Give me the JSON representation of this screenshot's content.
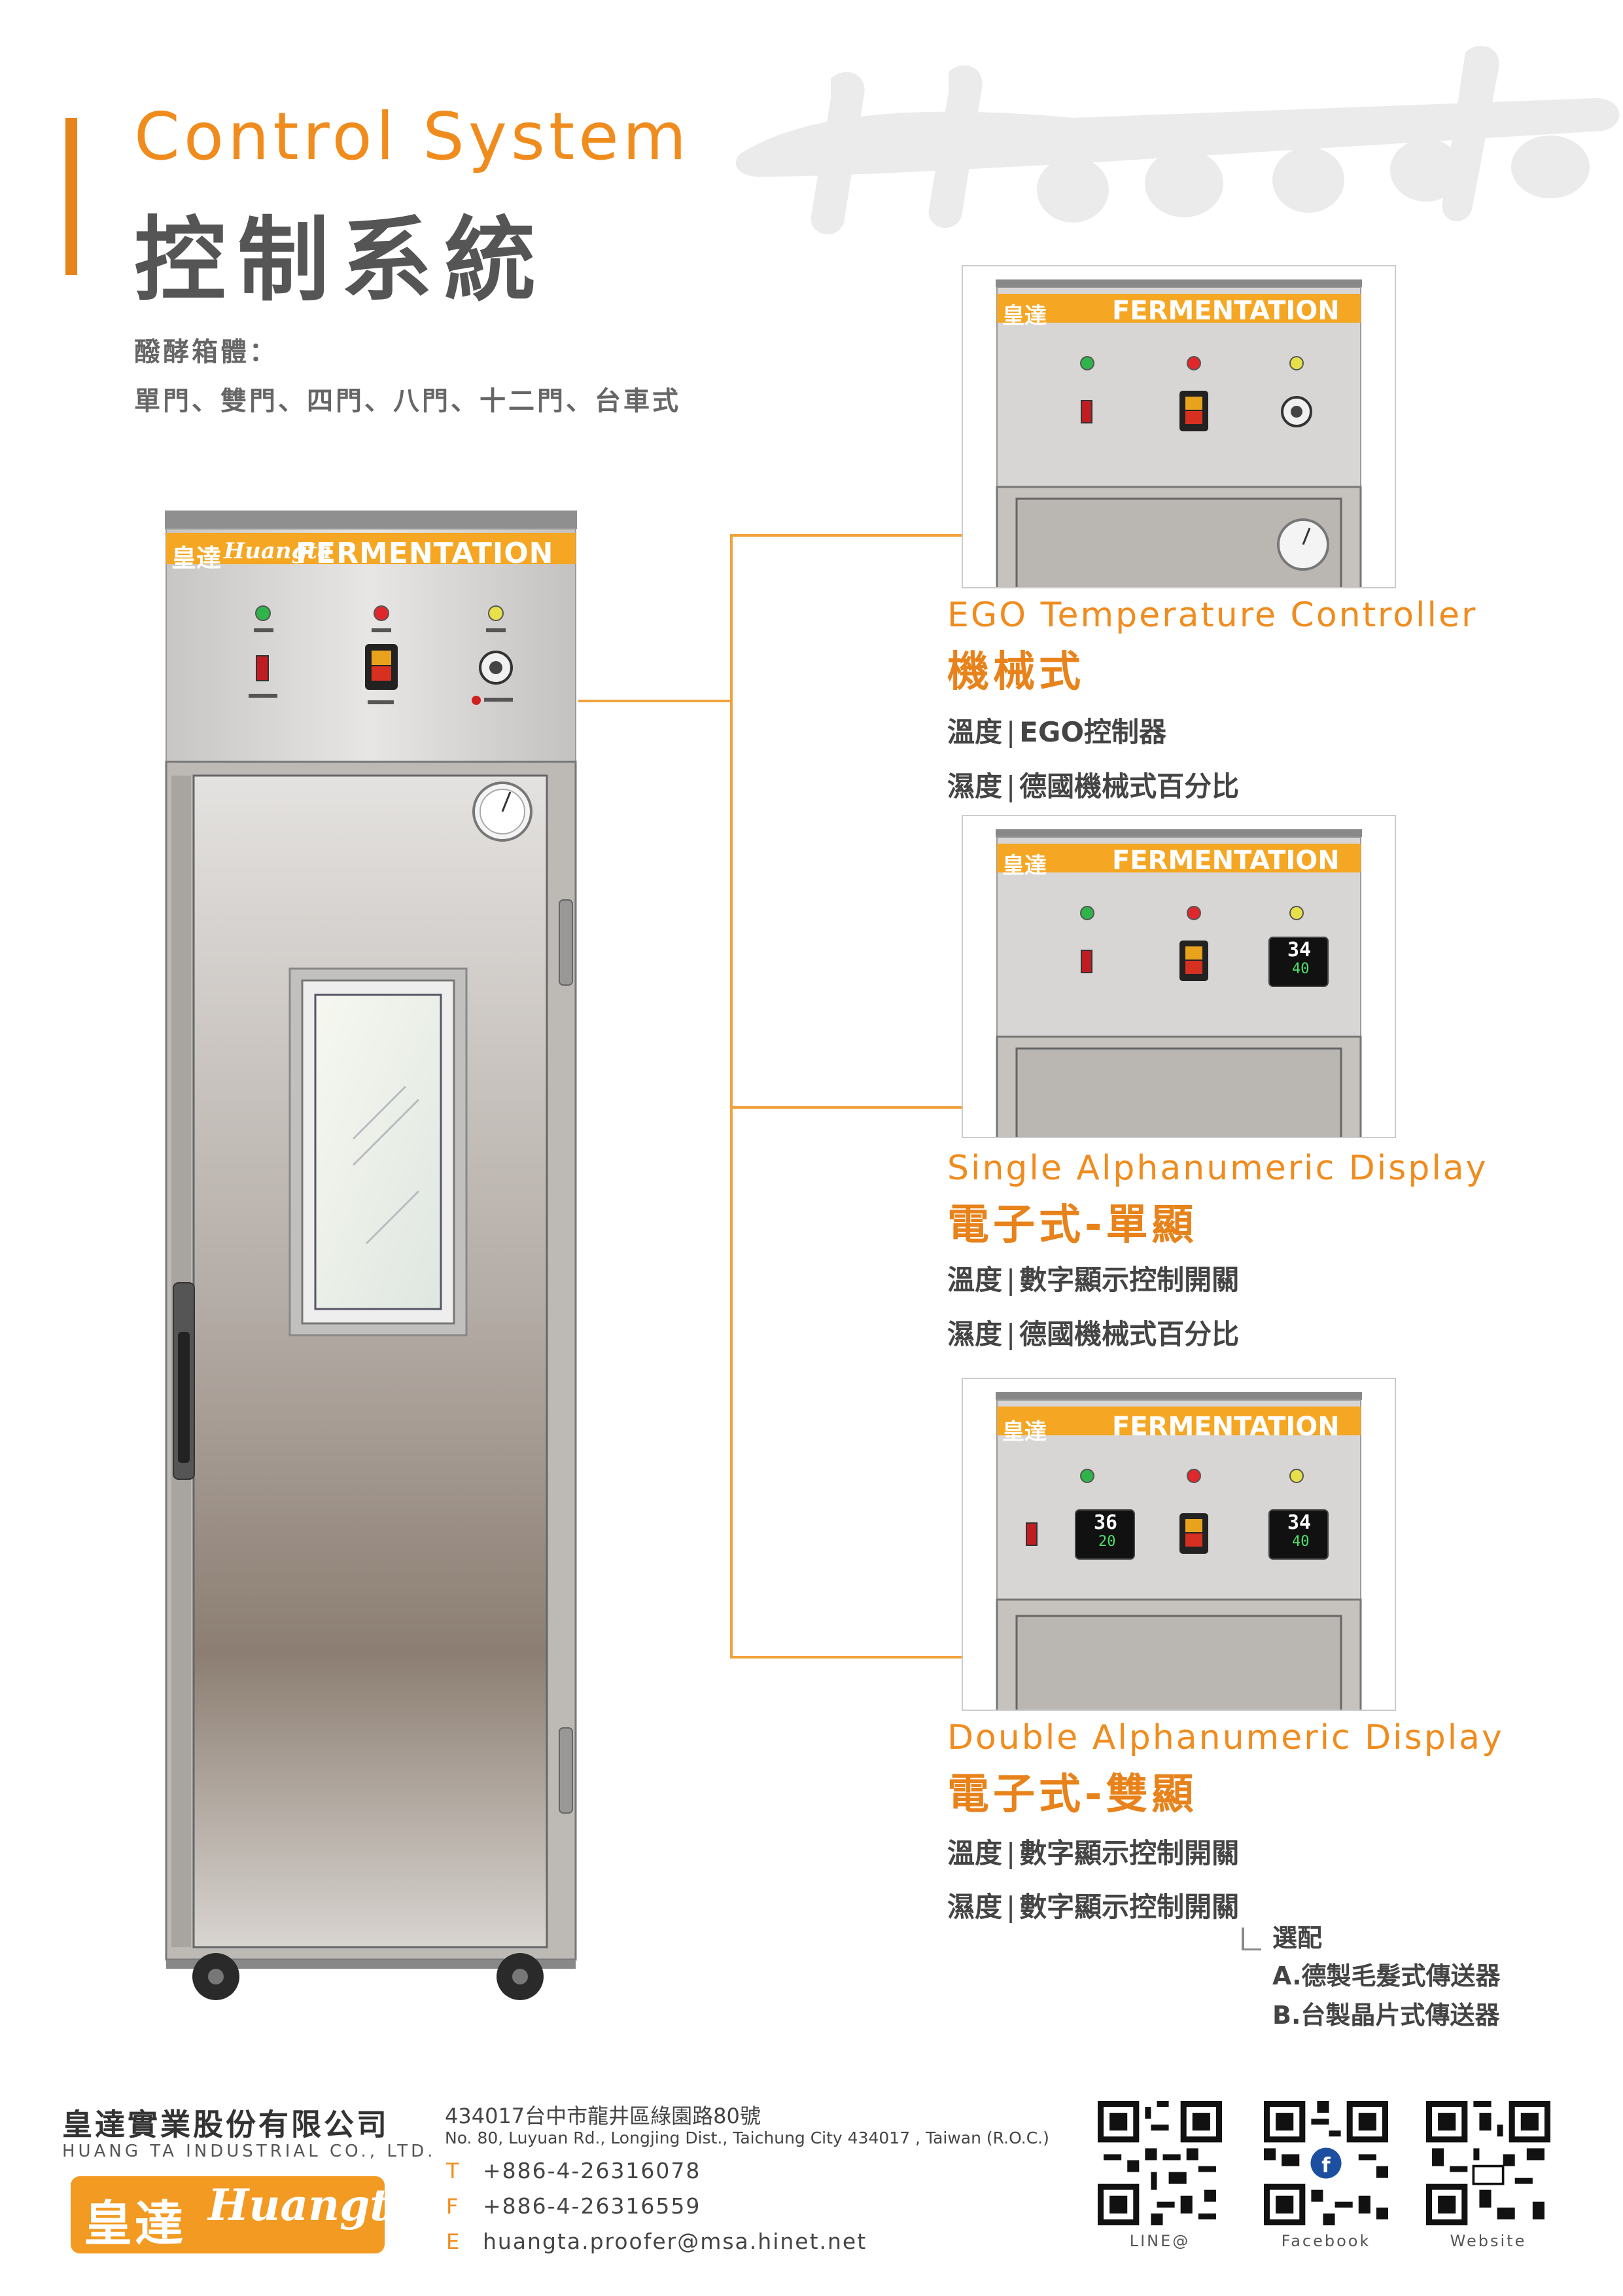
{
  "header": {
    "title_en": "Control System",
    "title_zh": "控制系統",
    "body_label": "醱酵箱體：",
    "body_types": "單門、雙門、四門、八門、十二門、台車式",
    "watermark": "Huangta"
  },
  "machine": {
    "brand_zh": "皇達",
    "brand_script": "Huangta",
    "panel_title": "FERMENTATION"
  },
  "options": [
    {
      "title_en": "EGO Temperature Controller",
      "title_zh": "機械式",
      "lines": [
        {
          "label": "溫度",
          "sep": "|",
          "value": "EGO控制器"
        },
        {
          "label": "濕度",
          "sep": "|",
          "value": "德國機械式百分比"
        }
      ]
    },
    {
      "title_en": "Single Alphanumeric Display",
      "title_zh": "電子式-單顯",
      "display_top": "34",
      "display_bottom": "40",
      "lines": [
        {
          "label": "溫度",
          "sep": "|",
          "value": "數字顯示控制開關"
        },
        {
          "label": "濕度",
          "sep": "|",
          "value": "德國機械式百分比"
        }
      ]
    },
    {
      "title_en": "Double Alphanumeric Display",
      "title_zh": "電子式-雙顯",
      "display_left_top": "36",
      "display_left_bottom": "20",
      "display_right_top": "34",
      "display_right_bottom": "40",
      "lines": [
        {
          "label": "溫度",
          "sep": "|",
          "value": "數字顯示控制開關"
        },
        {
          "label": "濕度",
          "sep": "|",
          "value": "數字顯示控制開關"
        }
      ],
      "optional_label": "選配",
      "optional_items": [
        "A.德製毛髮式傳送器",
        "B.台製晶片式傳送器"
      ]
    }
  ],
  "footer": {
    "company_zh": "皇達實業股份有限公司",
    "company_en": "HUANG TA INDUSTRIAL CO., LTD.",
    "logo_zh": "皇達",
    "logo_script": "Huangta",
    "address_zh": "434017台中市龍井區綠園路80號",
    "address_en": "No. 80, Luyuan Rd., Longjing Dist., Taichung City 434017 , Taiwan (R.O.C.)",
    "tel_key": "T",
    "tel": "+886-4-26316078",
    "fax_key": "F",
    "fax": "+886-4-26316559",
    "email_key": "E",
    "email": "huangta.proofer@msa.hinet.net",
    "qr_codes": [
      {
        "label": "LINE@"
      },
      {
        "label": "Facebook"
      },
      {
        "label": "Website"
      }
    ]
  },
  "colors": {
    "accent": "#f08c1e",
    "accent_dark": "#e8821a",
    "steel_light": "#d8d6d4",
    "steel_dark": "#8a7c70",
    "connector": "#f2a23c"
  }
}
